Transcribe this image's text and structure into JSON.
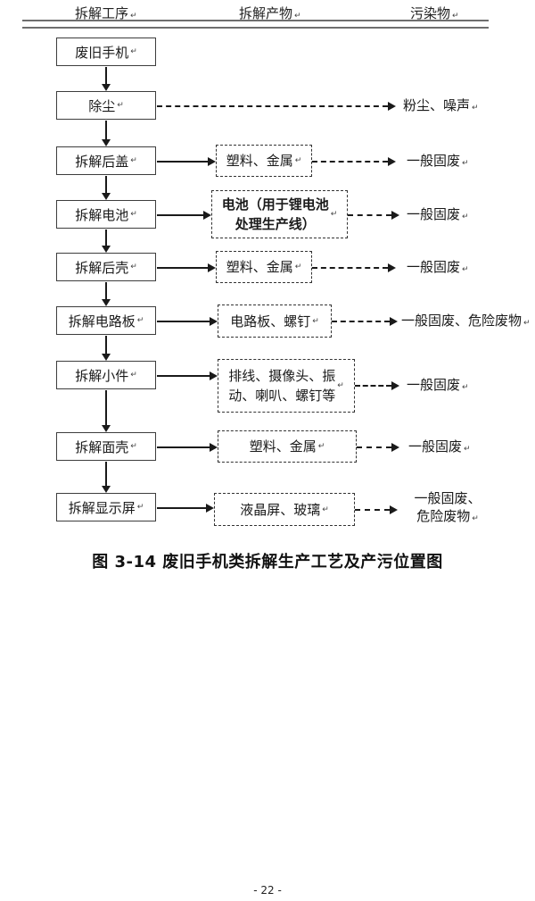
{
  "header": {
    "columns": [
      {
        "label": "拆解工序"
      },
      {
        "label": "拆解产物"
      },
      {
        "label": "污染物"
      }
    ]
  },
  "marks": {
    "return": "↵"
  },
  "flow": {
    "rows": [
      {
        "process": "废旧手机"
      },
      {
        "process": "除尘",
        "pollutant": "粉尘、噪声"
      },
      {
        "process": "拆解后盖",
        "product": "塑料、金属",
        "pollutant": "一般固废"
      },
      {
        "process": "拆解电池",
        "product": "电池（用于锂电池\n处理生产线）",
        "pollutant": "一般固废"
      },
      {
        "process": "拆解后壳",
        "product": "塑料、金属",
        "pollutant": "一般固废"
      },
      {
        "process": "拆解电路板",
        "product": "电路板、螺钉",
        "pollutant": "一般固废、危险废物"
      },
      {
        "process": "拆解小件",
        "product": "排线、摄像头、振\n动、喇叭、螺钉等",
        "pollutant": "一般固废"
      },
      {
        "process": "拆解面壳",
        "product": "塑料、金属",
        "pollutant": "一般固废"
      },
      {
        "process": "拆解显示屏",
        "product": "液晶屏、玻璃",
        "pollutant": "一般固废、\n危险废物"
      }
    ]
  },
  "caption": "图 3-14 废旧手机类拆解生产工艺及产污位置图",
  "footer": {
    "page_number": "- 22 -"
  },
  "colors": {
    "text": "#1a1a1a",
    "border": "#3d3d3d",
    "rule": "#6e6e6e"
  }
}
